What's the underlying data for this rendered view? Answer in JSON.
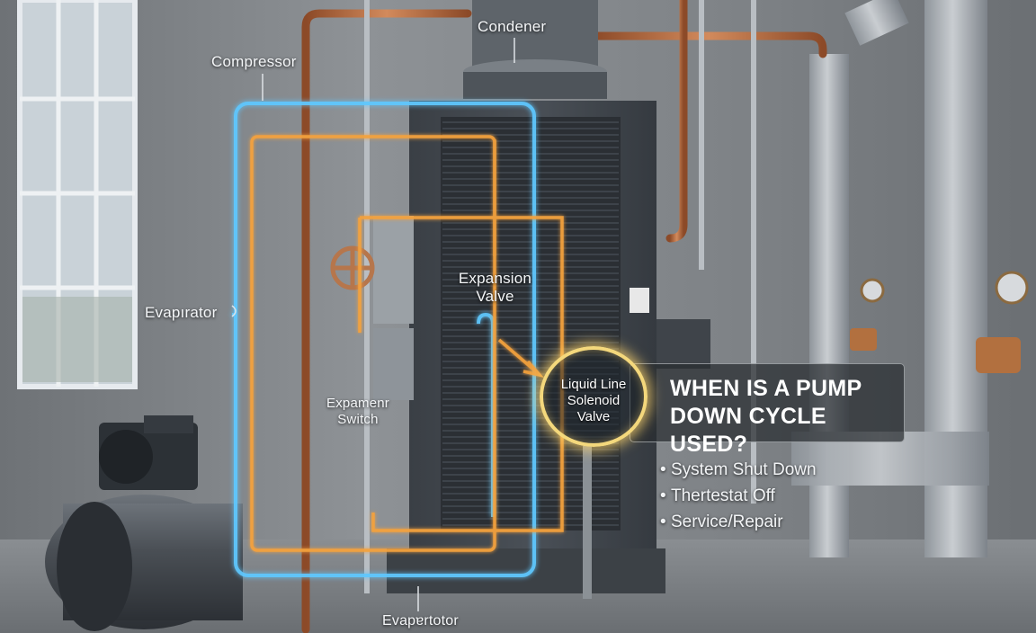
{
  "labels": {
    "condenser": "Condener",
    "compressor": "Compressor",
    "expansion_valve": "Expansion\nValve",
    "evaporator_left": "Evapırator",
    "expansion_switch": "Expamenr\nSwitch",
    "evaporator_bottom": "Evapɐrtotor",
    "solenoid": "Liquid Line\nSolenoid\nValve"
  },
  "callout": {
    "title": "WHEN IS A PUMP DOWN CYCLE USED?",
    "bullets": [
      "System Shut Down",
      "Thertestat Off",
      "Service/Repair"
    ]
  },
  "colors": {
    "blue_loop": "#5ec8ff",
    "orange_loop": "#f5a23c",
    "highlight_ring": "#f4d87c",
    "copper_pipe": "#b86a3e"
  }
}
